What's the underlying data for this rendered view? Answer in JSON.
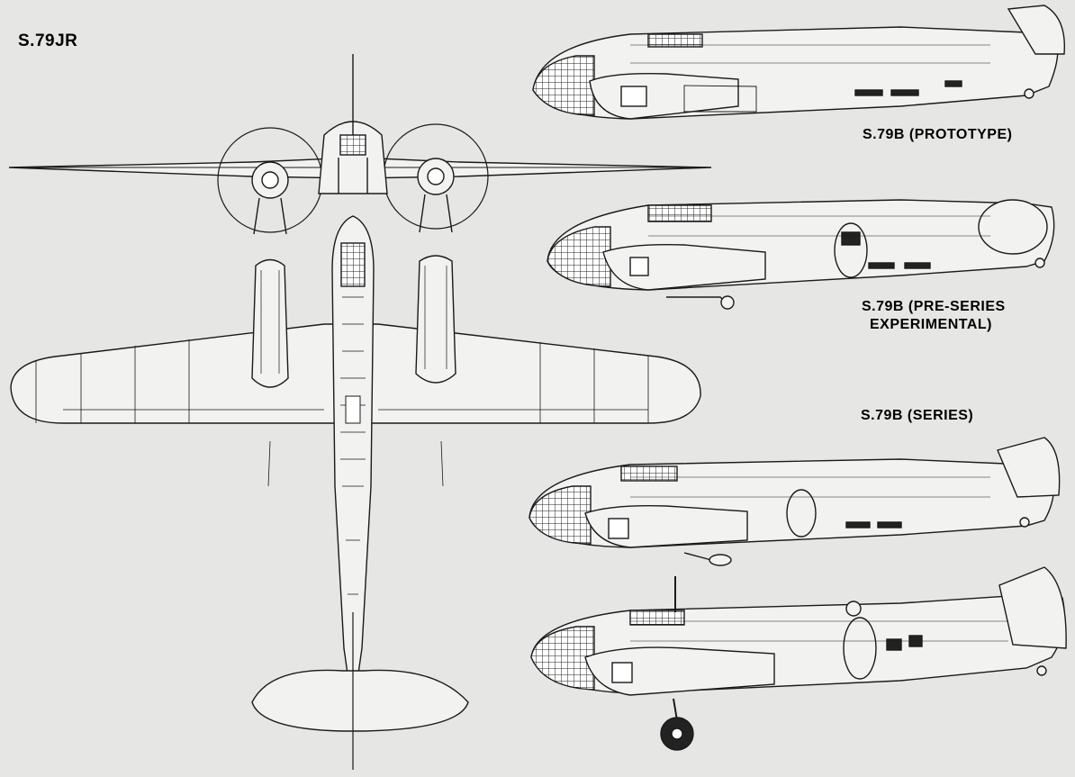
{
  "labels": {
    "s79jr": "S.79JR",
    "prototype": "S.79B (PROTOTYPE)",
    "preseries_1": "S.79B (PRE-SERIES",
    "preseries_2": "EXPERIMENTAL)",
    "series": "S.79B (SERIES)"
  },
  "colors": {
    "background": "#e6e6e4",
    "line": "#1a1a1a",
    "fill": "#f2f2f0",
    "bg_text": "#8a8a88"
  }
}
